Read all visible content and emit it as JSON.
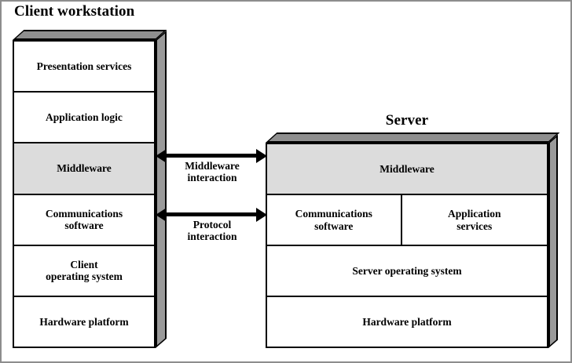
{
  "diagram": {
    "title_client": "Client workstation",
    "title_server": "Server",
    "client_layers": [
      {
        "label": "Presentation services",
        "shaded": false
      },
      {
        "label": "Application logic",
        "shaded": false
      },
      {
        "label": "Middleware",
        "shaded": true
      },
      {
        "label": "Communications\nsoftware",
        "shaded": false
      },
      {
        "label": "Client\noperating system",
        "shaded": false
      },
      {
        "label": "Hardware platform",
        "shaded": false
      }
    ],
    "server_layers": [
      {
        "label": "Middleware",
        "shaded": true
      },
      {
        "split": true,
        "left_label": "Communications\nsoftware",
        "right_label": "Application\nservices",
        "shaded": false
      },
      {
        "label": "Server operating system",
        "shaded": false
      },
      {
        "label": "Hardware platform",
        "shaded": false
      }
    ],
    "connections": [
      {
        "label": "Middleware\ninteraction",
        "from": "client-middleware",
        "to": "server-middleware",
        "direction": "bidirectional"
      },
      {
        "label": "Protocol\ninteraction",
        "from": "client-communications-software",
        "to": "server-communications-software",
        "direction": "bidirectional"
      }
    ],
    "colors": {
      "shaded_fill": "#dcdcdc",
      "box_fill": "#ffffff",
      "outline": "#000000",
      "bevel_top": "#8f8f8f",
      "bevel_side": "#9a9a9a",
      "frame_border": "#8d8d8d"
    }
  }
}
